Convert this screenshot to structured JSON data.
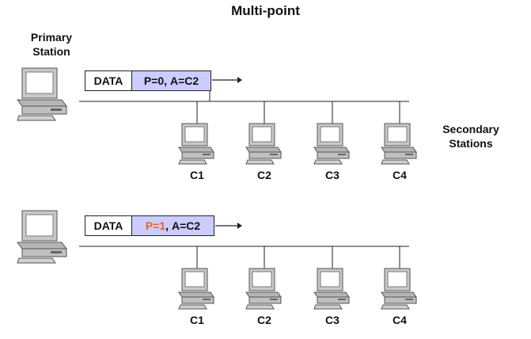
{
  "title": "Multi-point",
  "primary_label": [
    "Primary",
    "Station"
  ],
  "secondary_label": [
    "Secondary",
    "Stations"
  ],
  "panels": [
    {
      "frame": {
        "data": "DATA",
        "poll": "P=0",
        "sep": ", ",
        "addr": "A=C2",
        "poll_highlight": false
      },
      "stations": [
        {
          "name": "C1",
          "highlight": false
        },
        {
          "name": "C2",
          "highlight": true
        },
        {
          "name": "C3",
          "highlight": false
        },
        {
          "name": "C4",
          "highlight": false
        }
      ]
    },
    {
      "frame": {
        "data": "DATA",
        "poll": "P=1",
        "sep": ", ",
        "addr": "A=C2",
        "poll_highlight": true
      },
      "stations": [
        {
          "name": "C1",
          "highlight": false
        },
        {
          "name": "C2",
          "highlight": true
        },
        {
          "name": "C3",
          "highlight": false
        },
        {
          "name": "C4",
          "highlight": false
        }
      ]
    }
  ],
  "colors": {
    "highlight": "#e8641c",
    "frame_fill": "#ccccff"
  },
  "icons": {
    "primary": "desktop-computer-icon",
    "secondary": "desktop-computer-icon"
  }
}
